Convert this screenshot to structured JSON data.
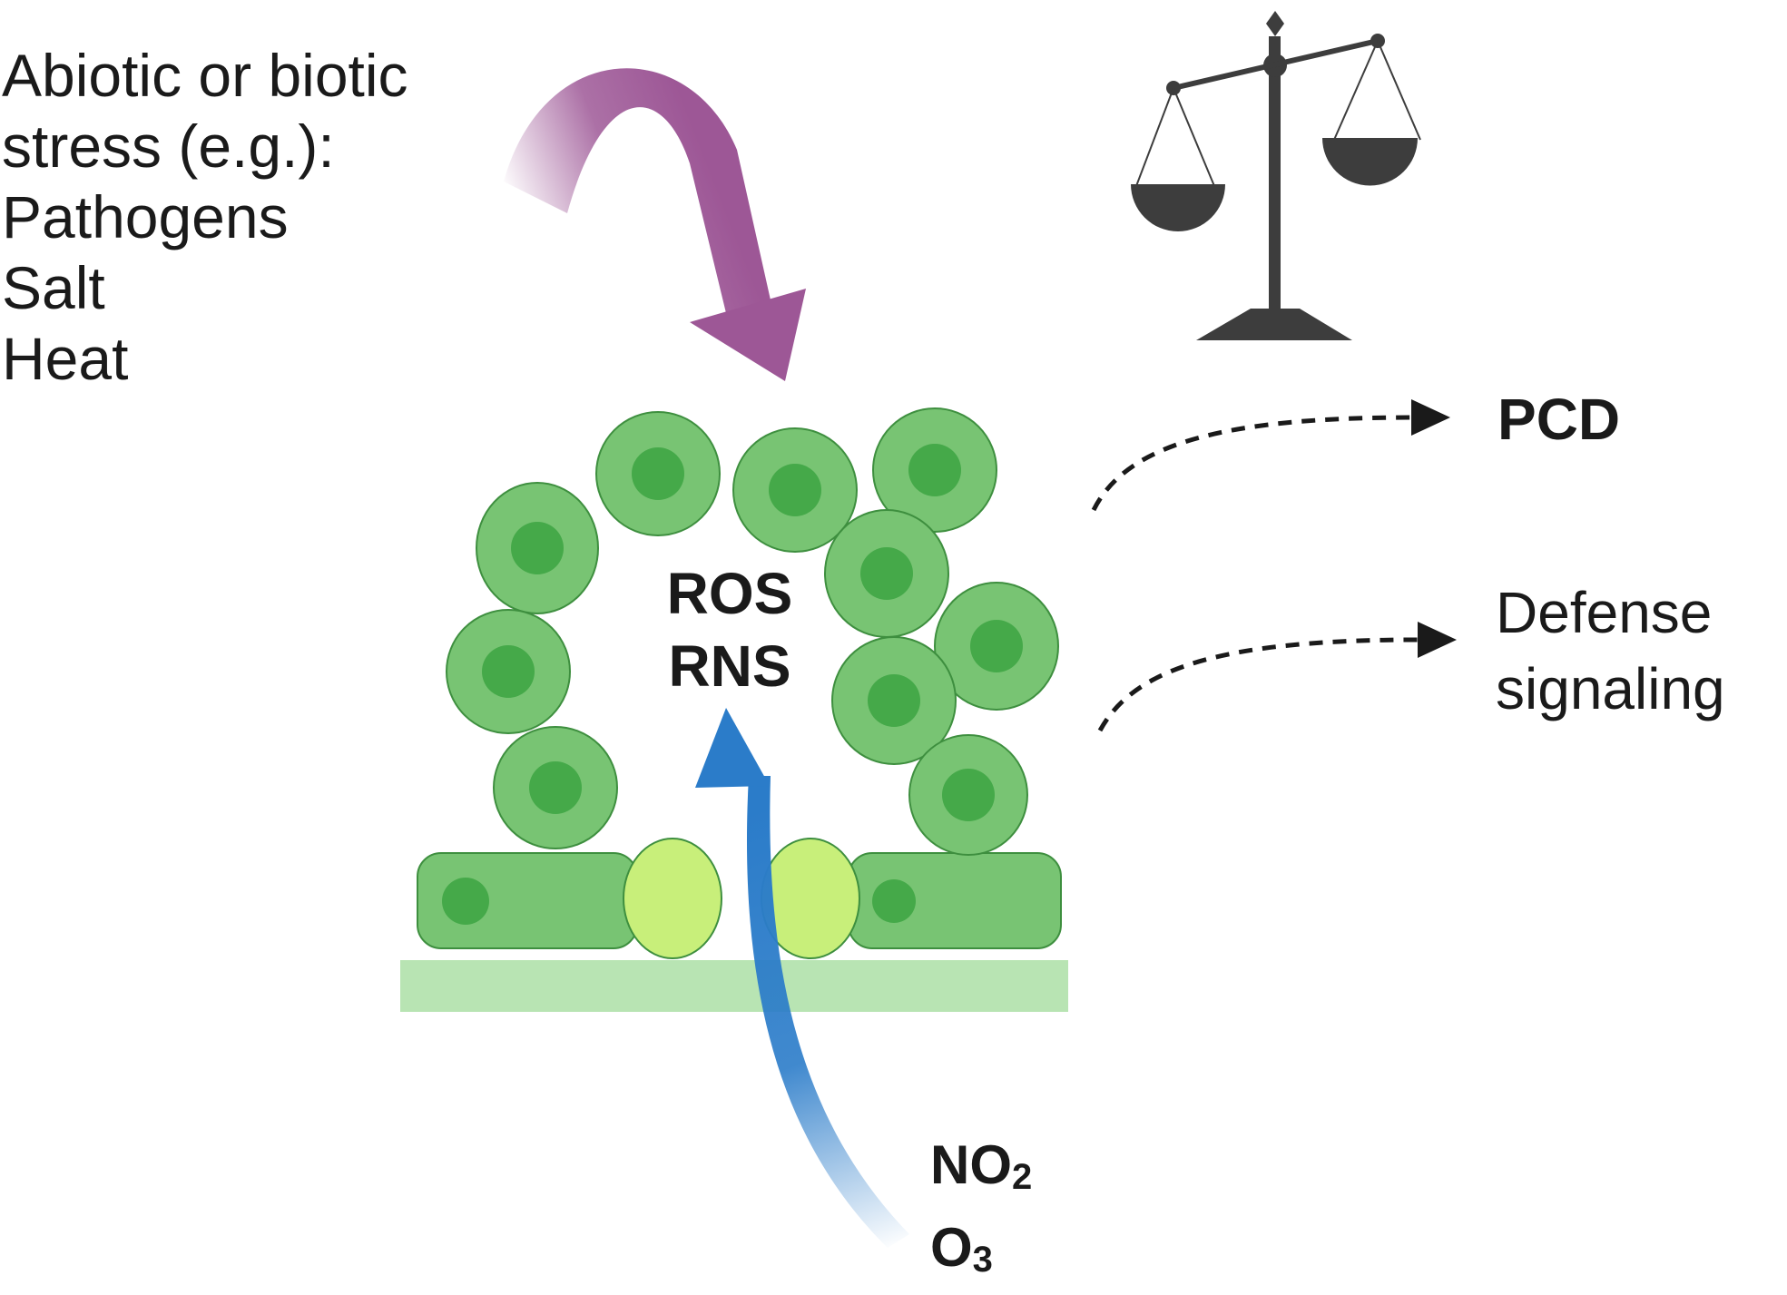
{
  "stress": {
    "lines": [
      "Abiotic or biotic",
      "stress (e.g.):",
      "Pathogens",
      "Salt",
      "Heat"
    ]
  },
  "center": {
    "ros": "ROS",
    "rns": "RNS"
  },
  "outcomes": {
    "pcd": "PCD",
    "defense_line1": "Defense",
    "defense_line2": "signaling"
  },
  "pollutants": {
    "no2_base": "NO",
    "no2_sub": "2",
    "o3_base": "O",
    "o3_sub": "3"
  },
  "colors": {
    "stress_arrow": "#9d5796",
    "pollutant_arrow": "#2b7cc9",
    "pollutant_text": "#2b7cc9",
    "cell_fill": "#78c473",
    "cell_stroke": "#3e8f3f",
    "nucleus": "#45a949",
    "guard_cell": "#c8ef7a",
    "epidermis_strip": "#b8e4b3",
    "scale": "#3d3d3d",
    "text": "#1a1a1a"
  },
  "icons": {
    "balance": "balance-scale-icon"
  }
}
